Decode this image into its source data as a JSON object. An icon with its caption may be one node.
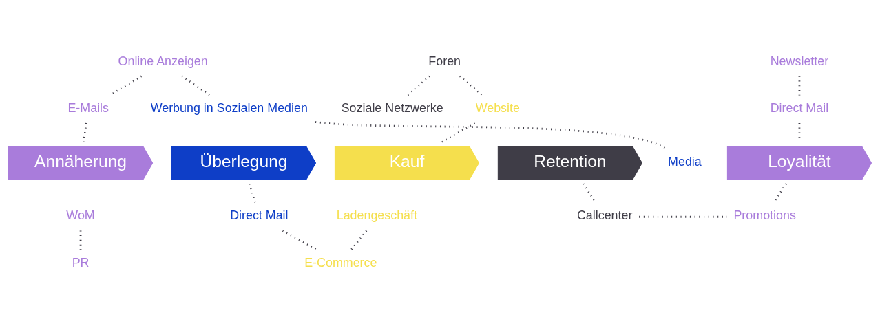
{
  "diagram": {
    "nodes": [
      {
        "text": [
          "Annäherung"
        ]
      },
      {
        "text": [
          "Überlegung"
        ]
      },
      {
        "text": [
          "Kauf"
        ]
      },
      {
        "text": [
          "Retention"
        ]
      },
      {
        "text": [
          "Loyalität"
        ]
      },
      {
        "text": [
          "Online Anzeigen"
        ]
      },
      {
        "text": [
          "E-Mails"
        ]
      },
      {
        "text": [
          "WoM"
        ]
      },
      {
        "text": [
          "PR"
        ]
      },
      {
        "text": [
          "Werbung in Sozialen Medien"
        ]
      },
      {
        "text": [
          "Media"
        ]
      },
      {
        "text": [
          "Direct Mail"
        ]
      },
      {
        "text": [
          "E-Commerce"
        ]
      },
      {
        "text": [
          "Foren"
        ]
      },
      {
        "text": [
          "Website"
        ]
      },
      {
        "text": [
          "Soziale Netzwerke"
        ]
      },
      {
        "text": [
          "Ladengeschäft"
        ]
      },
      {
        "text": [
          "Callcenter"
        ]
      },
      {
        "text": [
          "Newsletter"
        ]
      },
      {
        "text": [
          "Direct Mail"
        ]
      },
      {
        "text": [
          "Promotions"
        ]
      }
    ],
    "edges": [
      {
        "from": 5,
        "to": 6,
        "arrow": "none"
      },
      {
        "from": 5,
        "to": 9,
        "arrow": "none"
      },
      {
        "from": 6,
        "to": 0,
        "arrow": "none"
      },
      {
        "from": 9,
        "to": 10,
        "arrow": "none"
      },
      {
        "from": 13,
        "to": 14,
        "arrow": "none"
      },
      {
        "from": 13,
        "to": 15,
        "arrow": "none"
      },
      {
        "from": 14,
        "to": 2,
        "arrow": "none"
      },
      {
        "from": 18,
        "to": 19,
        "arrow": "none"
      },
      {
        "from": 19,
        "to": 4,
        "arrow": "none"
      },
      {
        "from": 7,
        "to": 8,
        "arrow": "none"
      },
      {
        "from": 1,
        "to": 11,
        "arrow": "none"
      },
      {
        "from": 11,
        "to": 12,
        "arrow": "none"
      },
      {
        "from": 16,
        "to": 12,
        "arrow": "none"
      },
      {
        "from": 3,
        "to": 17,
        "arrow": "none"
      },
      {
        "from": 17,
        "to": 20,
        "arrow": "none"
      },
      {
        "from": 4,
        "to": 20,
        "arrow": "none"
      }
    ]
  }
}
